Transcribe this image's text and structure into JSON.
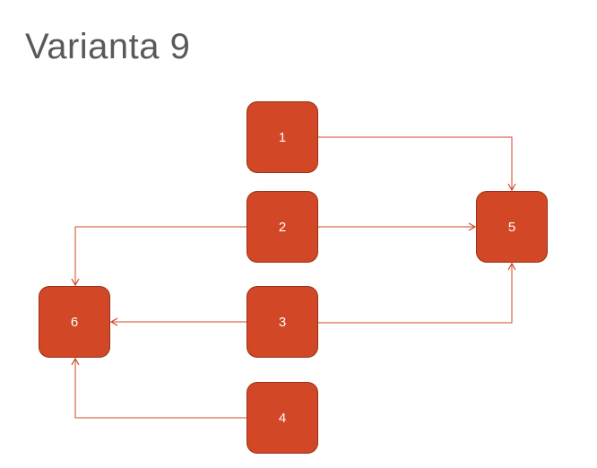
{
  "title": "Varianta 9",
  "colors": {
    "node_fill": "#d24726",
    "node_border": "#9c3118",
    "connector": "#d24726",
    "title": "#595959"
  },
  "nodes": [
    {
      "id": "1",
      "label": "1"
    },
    {
      "id": "2",
      "label": "2"
    },
    {
      "id": "3",
      "label": "3"
    },
    {
      "id": "4",
      "label": "4"
    },
    {
      "id": "5",
      "label": "5"
    },
    {
      "id": "6",
      "label": "6"
    }
  ],
  "edges": [
    {
      "from": "1",
      "to": "5"
    },
    {
      "from": "2",
      "to": "5"
    },
    {
      "from": "3",
      "to": "5"
    },
    {
      "from": "2",
      "to": "6"
    },
    {
      "from": "3",
      "to": "6"
    },
    {
      "from": "4",
      "to": "6"
    }
  ]
}
